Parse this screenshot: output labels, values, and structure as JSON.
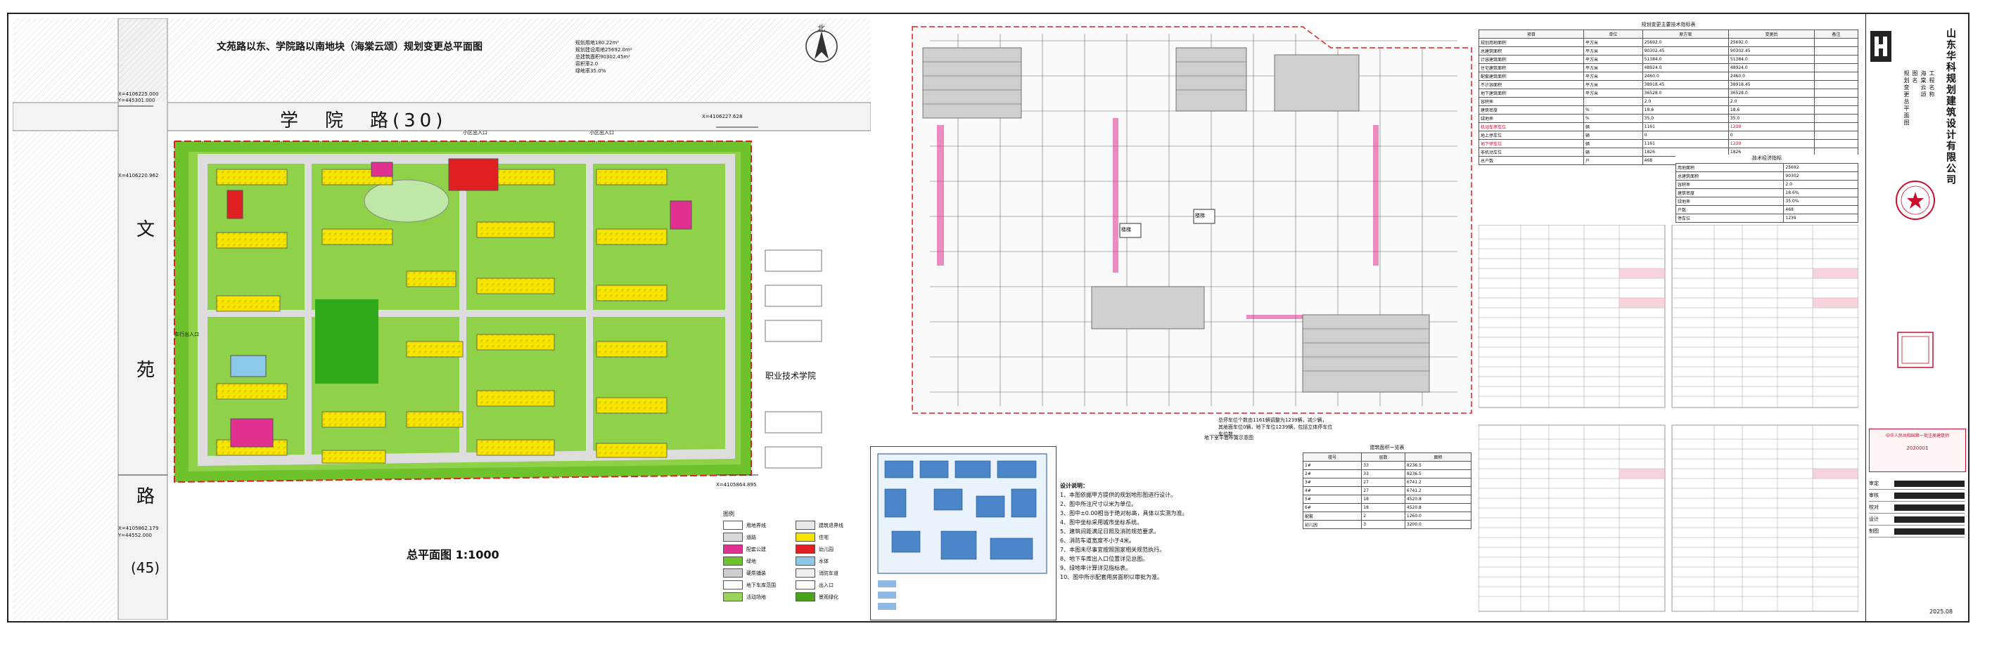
{
  "site_plan": {
    "title": "文苑路以东、学院路以南地块（海棠云颂）规划变更总平面图",
    "scale_label": "总平面图 1:1000",
    "road_north": "学　院　路(30)",
    "road_west_chars": [
      "文",
      "苑",
      "路"
    ],
    "road_west_width": "(45)",
    "north_label": "北",
    "neighbor_label": "职业技术学院",
    "summary_lines": [
      "规划用地180.22m²",
      "规划建设用地25692.0m²",
      "总建筑面积90302.45m²",
      "容积率2.0",
      "绿地率35.0%"
    ],
    "coords": [
      "X=4106225.000",
      "Y=445301.000",
      "X=4106227.628",
      "X=4106220.962",
      "X=4105864.895",
      "X=4105862.179",
      "Y=44552.000"
    ],
    "entrances": [
      "小区出入口",
      "小区出入口",
      "车行出入口"
    ]
  },
  "legend": {
    "title": "图例",
    "items": [
      {
        "label": "用地界线",
        "color": "#ffffff",
        "color_hex": "#ffffff"
      },
      {
        "label": "建筑退界线",
        "color": "#e8e8e8",
        "color_hex": "#e8e8e8"
      },
      {
        "label": "道路",
        "color": "#d9d9d9",
        "color_hex": "#d9d9d9"
      },
      {
        "label": "住宅",
        "color": "#f5e400",
        "color_hex": "#f5e400"
      },
      {
        "label": "配套公建",
        "color": "#e03090",
        "color_hex": "#e03090"
      },
      {
        "label": "幼儿园",
        "color": "#e02020",
        "color_hex": "#e02020"
      },
      {
        "label": "绿地",
        "color": "#6ec22c",
        "color_hex": "#6ec22c"
      },
      {
        "label": "水体",
        "color": "#8cc8e8",
        "color_hex": "#8cc8e8"
      },
      {
        "label": "硬质铺装",
        "color": "#cfcfcf",
        "color_hex": "#cfcfcf"
      },
      {
        "label": "消防车道",
        "color": "#f0f0f0",
        "color_hex": "#f0f0f0"
      },
      {
        "label": "地下车库范围",
        "color": "#ffffff",
        "color_hex": "#ffffff"
      },
      {
        "label": "出入口",
        "color": "#ffffff",
        "color_hex": "#ffffff"
      },
      {
        "label": "活动场地",
        "color": "#9ad45a",
        "color_hex": "#9ad45a"
      },
      {
        "label": "景观绿化",
        "color": "#4aa31c",
        "color_hex": "#4aa31c"
      }
    ]
  },
  "basement": {
    "stair_label": "楼梯",
    "caption_lines": [
      "总停车位个数由1161辆调整为1239辆，减少辆，",
      "其地面车位0辆，地下车位1239辆，包括立体停车位",
      "车位数，"
    ],
    "sub_caption": "地下室平面布置示意图"
  },
  "design_notes": {
    "title": "设计说明：",
    "lines": [
      "1、本图依据甲方提供的规划地形图进行设计。",
      "2、图中所注尺寸以米为单位。",
      "3、图中±0.00相当于绝对标高，具体以实测为准。",
      "4、图中坐标采用城市坐标系统。",
      "5、建筑间距满足日照及消防规范要求。",
      "6、消防车道宽度不小于4米。",
      "7、本图未尽事宜按照国家相关规范执行。",
      "8、地下车库出入口位置详见总图。",
      "9、绿地率计算详见指标表。",
      "10、图中所示配套用房面积以审批为准。"
    ]
  },
  "tables": {
    "t1_title": "建筑面积一览表",
    "t1_headers": [
      "楼号",
      "层数",
      "面积"
    ],
    "t1_rows": [
      [
        "1#",
        "33",
        "8236.5"
      ],
      [
        "2#",
        "33",
        "8236.5"
      ],
      [
        "3#",
        "27",
        "6741.2"
      ],
      [
        "4#",
        "27",
        "6741.2"
      ],
      [
        "5#",
        "18",
        "4520.8"
      ],
      [
        "6#",
        "18",
        "4520.8"
      ],
      [
        "配套",
        "2",
        "1260.0"
      ],
      [
        "幼儿园",
        "3",
        "3200.0"
      ]
    ],
    "t2_title": "规划变更主要技术指标表",
    "t2_headers": [
      "项目",
      "单位",
      "原方案",
      "变更后",
      "备注"
    ],
    "t2_rows": [
      [
        "规划用地面积",
        "平方米",
        "25692.0",
        "25692.0",
        ""
      ],
      [
        "总建筑面积",
        "平方米",
        "90302.45",
        "90302.45",
        ""
      ],
      [
        "计容建筑面积",
        "平方米",
        "51384.0",
        "51384.0",
        ""
      ],
      [
        "住宅建筑面积",
        "平方米",
        "48924.0",
        "48924.0",
        ""
      ],
      [
        "配套建筑面积",
        "平方米",
        "2460.0",
        "2460.0",
        ""
      ],
      [
        "不计容面积",
        "平方米",
        "38918.45",
        "38918.45",
        ""
      ],
      [
        "地下建筑面积",
        "平方米",
        "36528.0",
        "36528.0",
        ""
      ],
      [
        "容积率",
        "",
        "2.0",
        "2.0",
        ""
      ],
      [
        "建筑密度",
        "%",
        "18.6",
        "18.6",
        ""
      ],
      [
        "绿地率",
        "%",
        "35.0",
        "35.0",
        ""
      ],
      [
        "机动车停车位",
        "辆",
        "1161",
        "1239",
        ""
      ],
      [
        "地上停车位",
        "辆",
        "0",
        "0",
        ""
      ],
      [
        "地下停车位",
        "辆",
        "1161",
        "1239",
        ""
      ],
      [
        "非机动车位",
        "辆",
        "1826",
        "1826",
        ""
      ],
      [
        "总户数",
        "户",
        "468",
        "468",
        ""
      ]
    ],
    "t3_title": "技术经济指标",
    "t3_rows": [
      [
        "用地面积",
        "25692"
      ],
      [
        "总建筑面积",
        "90302"
      ],
      [
        "容积率",
        "2.0"
      ],
      [
        "建筑密度",
        "18.6%"
      ],
      [
        "绿地率",
        "35.0%"
      ],
      [
        "户数",
        "468"
      ],
      [
        "停车位",
        "1239"
      ]
    ]
  },
  "title_block": {
    "company": "山东华科规划建筑设计有限公司",
    "sub_lines": [
      "工程名称",
      "海棠云颂",
      "图名",
      "规划变更总平面图"
    ],
    "approval_label": "中华人民共和国第一批注册建筑师",
    "cert_no": "2020001",
    "roles": [
      "审定",
      "审核",
      "校对",
      "设计",
      "制图"
    ],
    "date": "2025.08"
  }
}
